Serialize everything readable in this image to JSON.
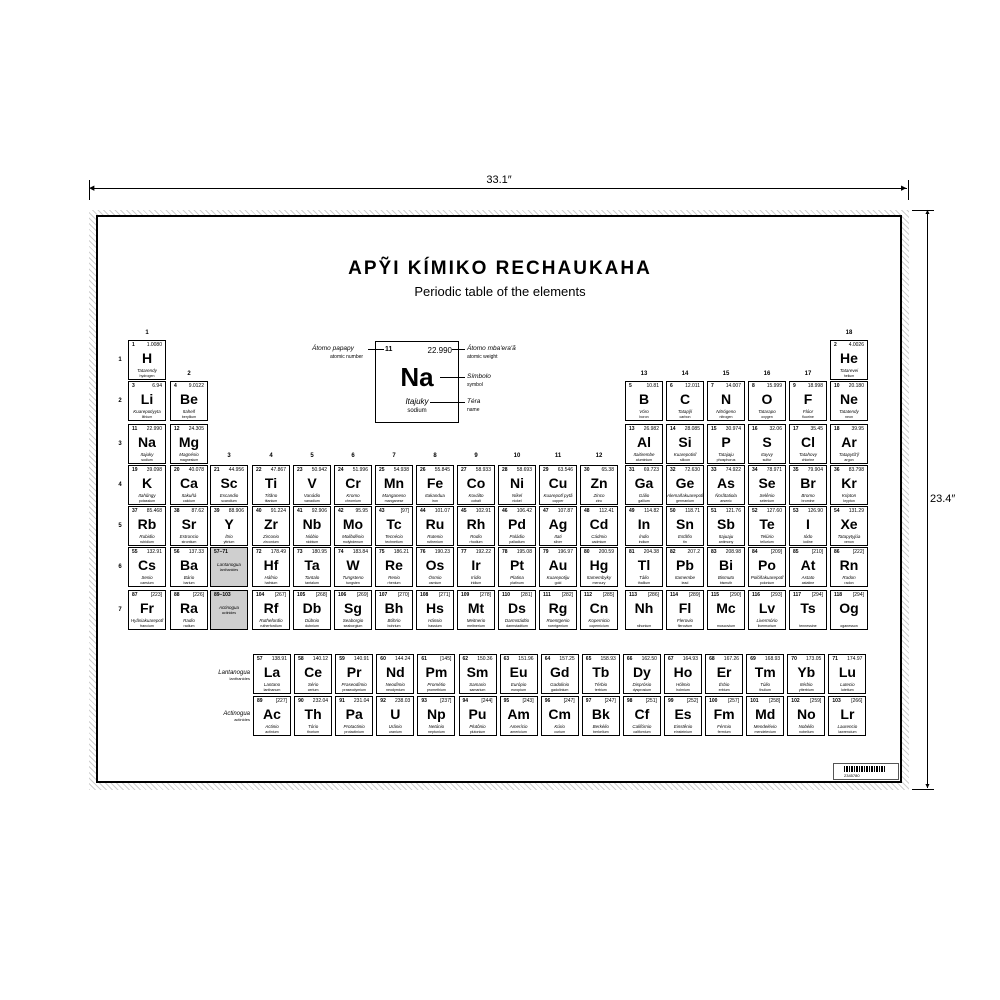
{
  "dimensions": {
    "width_label": "33.1″",
    "height_label": "23.4″"
  },
  "title": "APỸI KÍMIKO RECHAUKAHA",
  "subtitle": "Periodic table of the elements",
  "key": {
    "number": "11",
    "weight": "22.990",
    "symbol": "Na",
    "name": "Itajuky",
    "english": "sodium",
    "label_number": "Átomo papapy",
    "label_number_en": "atomic number",
    "label_weight": "Átomo mba'era'ã",
    "label_weight_en": "atomic weight",
    "label_symbol": "Símbolo",
    "label_symbol_en": "symbol",
    "label_name": "Téra",
    "label_name_en": "name"
  },
  "groups": [
    "1",
    "2",
    "3",
    "4",
    "5",
    "6",
    "7",
    "8",
    "9",
    "10",
    "11",
    "12",
    "13",
    "14",
    "15",
    "16",
    "17",
    "18"
  ],
  "periods": [
    "1",
    "2",
    "3",
    "4",
    "5",
    "6",
    "7"
  ],
  "placeholders": [
    {
      "num": "57–71",
      "name": "Lantanogua",
      "en": "lanthanides"
    },
    {
      "num": "89–103",
      "name": "Actinogua",
      "en": "actinides"
    }
  ],
  "series_labels": [
    {
      "name": "Lantanogua",
      "en": "lanthanides"
    },
    {
      "name": "Actinogua",
      "en": "actinides"
    }
  ],
  "barcode_text": "2345780",
  "elements": [
    {
      "n": "1",
      "s": "H",
      "w": "1.0080",
      "name": "Tatarendy",
      "en": "hydrogen"
    },
    {
      "n": "2",
      "s": "He",
      "w": "4.0026",
      "name": "Tatarevei",
      "en": "helium"
    },
    {
      "n": "3",
      "s": "Li",
      "w": "6.94",
      "name": "Kuarepotiyyta",
      "en": "lithium"
    },
    {
      "n": "4",
      "s": "Be",
      "w": "9.0122",
      "name": "Itaheñ",
      "en": "beryllium"
    },
    {
      "n": "5",
      "s": "B",
      "w": "10.81",
      "name": "Vóro",
      "en": "boron"
    },
    {
      "n": "6",
      "s": "C",
      "w": "12.011",
      "name": "Tatapỹi",
      "en": "carbon"
    },
    {
      "n": "7",
      "s": "N",
      "w": "14.007",
      "name": "Nitrógeno",
      "en": "nitrogen"
    },
    {
      "n": "8",
      "s": "O",
      "w": "15.999",
      "name": "Tatarapo",
      "en": "oxygen"
    },
    {
      "n": "9",
      "s": "F",
      "w": "18.998",
      "name": "Flúor",
      "en": "fluorine"
    },
    {
      "n": "10",
      "s": "Ne",
      "w": "20.180",
      "name": "Tatatendy",
      "en": "neon"
    },
    {
      "n": "11",
      "s": "Na",
      "w": "22.990",
      "name": "Itajuky",
      "en": "sodium"
    },
    {
      "n": "12",
      "s": "Mg",
      "w": "24.305",
      "name": "Magnésio",
      "en": "magnesium"
    },
    {
      "n": "13",
      "s": "Al",
      "w": "26.982",
      "name": "Itaitirembe",
      "en": "aluminium"
    },
    {
      "n": "14",
      "s": "Si",
      "w": "28.085",
      "name": "Kuarepotisĩ",
      "en": "silicon"
    },
    {
      "n": "15",
      "s": "P",
      "w": "30.974",
      "name": "Tatajaju",
      "en": "phosphorus"
    },
    {
      "n": "16",
      "s": "S",
      "w": "32.06",
      "name": "Itayvy",
      "en": "sulfur"
    },
    {
      "n": "17",
      "s": "Cl",
      "w": "35.45",
      "name": "Tatahovy",
      "en": "chlorine"
    },
    {
      "n": "18",
      "s": "Ar",
      "w": "39.95",
      "name": "Tatapytũ'ỹ",
      "en": "argon"
    },
    {
      "n": "19",
      "s": "K",
      "w": "39.098",
      "name": "Itahũngy",
      "en": "potassium"
    },
    {
      "n": "20",
      "s": "Ca",
      "w": "40.078",
      "name": "Itakuñá",
      "en": "calcium"
    },
    {
      "n": "21",
      "s": "Sc",
      "w": "44.956",
      "name": "Escandio",
      "en": "scandium"
    },
    {
      "n": "22",
      "s": "Ti",
      "w": "47.867",
      "name": "Titãno",
      "en": "titanium"
    },
    {
      "n": "23",
      "s": "V",
      "w": "50.942",
      "name": "Vanádio",
      "en": "vanadium"
    },
    {
      "n": "24",
      "s": "Cr",
      "w": "51.996",
      "name": "Kromo",
      "en": "chromium"
    },
    {
      "n": "25",
      "s": "Mn",
      "w": "54.938",
      "name": "Manganeso",
      "en": "manganese"
    },
    {
      "n": "26",
      "s": "Fe",
      "w": "55.845",
      "name": "Itakandua",
      "en": "iron"
    },
    {
      "n": "27",
      "s": "Co",
      "w": "58.933",
      "name": "Koválto",
      "en": "cobalt"
    },
    {
      "n": "28",
      "s": "Ni",
      "w": "58.693",
      "name": "Níkel",
      "en": "nickel"
    },
    {
      "n": "29",
      "s": "Cu",
      "w": "63.546",
      "name": "Kuarepotĩ pytã",
      "en": "copper"
    },
    {
      "n": "30",
      "s": "Zn",
      "w": "65.38",
      "name": "Zinco",
      "en": "zinc"
    },
    {
      "n": "31",
      "s": "Ga",
      "w": "69.723",
      "name": "Gálio",
      "en": "gallium"
    },
    {
      "n": "32",
      "s": "Ge",
      "w": "72.630",
      "name": "Alemañakuarepotĩ",
      "en": "germanium"
    },
    {
      "n": "33",
      "s": "As",
      "w": "74.922",
      "name": "Ñorãtatiola",
      "en": "arsenic"
    },
    {
      "n": "34",
      "s": "Se",
      "w": "78.971",
      "name": "Selênio",
      "en": "selenium"
    },
    {
      "n": "35",
      "s": "Br",
      "w": "79.904",
      "name": "Bromo",
      "en": "bromine"
    },
    {
      "n": "36",
      "s": "Kr",
      "w": "83.798",
      "name": "Kripton",
      "en": "krypton"
    },
    {
      "n": "37",
      "s": "Rb",
      "w": "85.468",
      "name": "Rubidio",
      "en": "rubidium"
    },
    {
      "n": "38",
      "s": "Sr",
      "w": "87.62",
      "name": "Estroncio",
      "en": "strontium"
    },
    {
      "n": "39",
      "s": "Y",
      "w": "88.906",
      "name": "Ítrio",
      "en": "yttrium"
    },
    {
      "n": "40",
      "s": "Zr",
      "w": "91.224",
      "name": "Zirconio",
      "en": "zirconium"
    },
    {
      "n": "41",
      "s": "Nb",
      "w": "92.906",
      "name": "Nióbio",
      "en": "niobium"
    },
    {
      "n": "42",
      "s": "Mo",
      "w": "95.95",
      "name": "Molibdênio",
      "en": "molybdenum"
    },
    {
      "n": "43",
      "s": "Tc",
      "w": "[97]",
      "name": "Tecnécio",
      "en": "technetium"
    },
    {
      "n": "44",
      "s": "Ru",
      "w": "101.07",
      "name": "Rutenio",
      "en": "ruthenium"
    },
    {
      "n": "45",
      "s": "Rh",
      "w": "102.91",
      "name": "Rodio",
      "en": "rhodium"
    },
    {
      "n": "46",
      "s": "Pd",
      "w": "106.42",
      "name": "Paládio",
      "en": "palladium"
    },
    {
      "n": "47",
      "s": "Ag",
      "w": "107.87",
      "name": "Itati",
      "en": "silver"
    },
    {
      "n": "48",
      "s": "Cd",
      "w": "112.41",
      "name": "Cádmio",
      "en": "cadmium"
    },
    {
      "n": "49",
      "s": "In",
      "w": "114.82",
      "name": "Índio",
      "en": "indium"
    },
    {
      "n": "50",
      "s": "Sn",
      "w": "118.71",
      "name": "Estãño",
      "en": "tin"
    },
    {
      "n": "51",
      "s": "Sb",
      "w": "121.76",
      "name": "Itajuaju",
      "en": "antimony"
    },
    {
      "n": "52",
      "s": "Te",
      "w": "127.60",
      "name": "Telúrio",
      "en": "tellurium"
    },
    {
      "n": "53",
      "s": "I",
      "w": "126.90",
      "name": "Iódo",
      "en": "iodine"
    },
    {
      "n": "54",
      "s": "Xe",
      "w": "131.29",
      "name": "Tatapytyjúa",
      "en": "xenon"
    },
    {
      "n": "55",
      "s": "Cs",
      "w": "132.91",
      "name": "Sesio",
      "en": "caesium"
    },
    {
      "n": "56",
      "s": "Ba",
      "w": "137.33",
      "name": "Bário",
      "en": "barium"
    },
    {
      "n": "72",
      "s": "Hf",
      "w": "178.49",
      "name": "Háfnio",
      "en": "hafnium"
    },
    {
      "n": "73",
      "s": "Ta",
      "w": "180.95",
      "name": "Tantalo",
      "en": "tantalum"
    },
    {
      "n": "74",
      "s": "W",
      "w": "183.84",
      "name": "Tungsteno",
      "en": "tungsten"
    },
    {
      "n": "75",
      "s": "Re",
      "w": "186.21",
      "name": "Renio",
      "en": "rhenium"
    },
    {
      "n": "76",
      "s": "Os",
      "w": "190.23",
      "name": "Ósmio",
      "en": "osmium"
    },
    {
      "n": "77",
      "s": "Ir",
      "w": "192.22",
      "name": "Irídio",
      "en": "iridium"
    },
    {
      "n": "78",
      "s": "Pt",
      "w": "195.08",
      "name": "Platina",
      "en": "platinum"
    },
    {
      "n": "79",
      "s": "Au",
      "w": "196.97",
      "name": "Kuarepotiju",
      "en": "gold"
    },
    {
      "n": "80",
      "s": "Hg",
      "w": "200.59",
      "name": "Itamembyky",
      "en": "mercury"
    },
    {
      "n": "81",
      "s": "Tl",
      "w": "204.38",
      "name": "Tálio",
      "en": "thallium"
    },
    {
      "n": "82",
      "s": "Pb",
      "w": "207.2",
      "name": "Itamembe",
      "en": "lead"
    },
    {
      "n": "83",
      "s": "Bi",
      "w": "208.98",
      "name": "Bismuto",
      "en": "bismuth"
    },
    {
      "n": "84",
      "s": "Po",
      "w": "[209]",
      "name": "Polóñakuarepotĩ",
      "en": "polonium"
    },
    {
      "n": "85",
      "s": "At",
      "w": "[210]",
      "name": "Astato",
      "en": "astatine"
    },
    {
      "n": "86",
      "s": "Rn",
      "w": "[222]",
      "name": "Radon",
      "en": "radon"
    },
    {
      "n": "87",
      "s": "Fr",
      "w": "[223]",
      "name": "Hyãsiakuarepotĩ",
      "en": "francium"
    },
    {
      "n": "88",
      "s": "Ra",
      "w": "[226]",
      "name": "Radio",
      "en": "radium"
    },
    {
      "n": "104",
      "s": "Rf",
      "w": "[267]",
      "name": "Ruthefordio",
      "en": "rutherfordium"
    },
    {
      "n": "105",
      "s": "Db",
      "w": "[268]",
      "name": "Dúbnio",
      "en": "dubnium"
    },
    {
      "n": "106",
      "s": "Sg",
      "w": "[269]",
      "name": "Seaborgio",
      "en": "seaborgium"
    },
    {
      "n": "107",
      "s": "Bh",
      "w": "[270]",
      "name": "Bóhrio",
      "en": "bohrium"
    },
    {
      "n": "108",
      "s": "Hs",
      "w": "[271]",
      "name": "Hássio",
      "en": "hassium"
    },
    {
      "n": "109",
      "s": "Mt",
      "w": "[278]",
      "name": "Meitnerio",
      "en": "meitnerium"
    },
    {
      "n": "110",
      "s": "Ds",
      "w": "[281]",
      "name": "Darmstádtio",
      "en": "darmstadtium"
    },
    {
      "n": "111",
      "s": "Rg",
      "w": "[282]",
      "name": "Roentgenio",
      "en": "roentgenium"
    },
    {
      "n": "112",
      "s": "Cn",
      "w": "[285]",
      "name": "Kopernicio",
      "en": "copernicium"
    },
    {
      "n": "113",
      "s": "Nh",
      "w": "[286]",
      "name": "",
      "en": "nihonium"
    },
    {
      "n": "114",
      "s": "Fl",
      "w": "[289]",
      "name": "Flerovio",
      "en": "flerovium"
    },
    {
      "n": "115",
      "s": "Mc",
      "w": "[290]",
      "name": "",
      "en": "moscovium"
    },
    {
      "n": "116",
      "s": "Lv",
      "w": "[293]",
      "name": "Livermório",
      "en": "livermorium"
    },
    {
      "n": "117",
      "s": "Ts",
      "w": "[294]",
      "name": "",
      "en": "tennessine"
    },
    {
      "n": "118",
      "s": "Og",
      "w": "[294]",
      "name": "",
      "en": "oganesson"
    },
    {
      "n": "57",
      "s": "La",
      "w": "138.91",
      "name": "Lantano",
      "en": "lanthanum"
    },
    {
      "n": "58",
      "s": "Ce",
      "w": "140.12",
      "name": "Sério",
      "en": "cerium"
    },
    {
      "n": "59",
      "s": "Pr",
      "w": "140.91",
      "name": "Praseodímio",
      "en": "praseodymium"
    },
    {
      "n": "60",
      "s": "Nd",
      "w": "144.24",
      "name": "Neodímio",
      "en": "neodymium"
    },
    {
      "n": "61",
      "s": "Pm",
      "w": "[145]",
      "name": "Prométio",
      "en": "promethium"
    },
    {
      "n": "62",
      "s": "Sm",
      "w": "150.36",
      "name": "Samario",
      "en": "samarium"
    },
    {
      "n": "63",
      "s": "Eu",
      "w": "151.96",
      "name": "Európio",
      "en": "europium"
    },
    {
      "n": "64",
      "s": "Gd",
      "w": "157.25",
      "name": "Gadolinio",
      "en": "gadolinium"
    },
    {
      "n": "65",
      "s": "Tb",
      "w": "158.93",
      "name": "Térbio",
      "en": "terbium"
    },
    {
      "n": "66",
      "s": "Dy",
      "w": "162.50",
      "name": "Disprósio",
      "en": "dysprosium"
    },
    {
      "n": "67",
      "s": "Ho",
      "w": "164.93",
      "name": "Hólmio",
      "en": "holmium"
    },
    {
      "n": "68",
      "s": "Er",
      "w": "167.26",
      "name": "Érbio",
      "en": "erbium"
    },
    {
      "n": "69",
      "s": "Tm",
      "w": "168.93",
      "name": "Túlio",
      "en": "thulium"
    },
    {
      "n": "70",
      "s": "Yb",
      "w": "173.05",
      "name": "Itérbio",
      "en": "ytterbium"
    },
    {
      "n": "71",
      "s": "Lu",
      "w": "174.97",
      "name": "Lutecio",
      "en": "lutetium"
    },
    {
      "n": "89",
      "s": "Ac",
      "w": "[227]",
      "name": "Actinio",
      "en": "actinium"
    },
    {
      "n": "90",
      "s": "Th",
      "w": "232.04",
      "name": "Tório",
      "en": "thorium"
    },
    {
      "n": "91",
      "s": "Pa",
      "w": "231.04",
      "name": "Protactinio",
      "en": "protactinium"
    },
    {
      "n": "92",
      "s": "U",
      "w": "238.03",
      "name": "Urânio",
      "en": "uranium"
    },
    {
      "n": "93",
      "s": "Np",
      "w": "[237]",
      "name": "Netúnio",
      "en": "neptunium"
    },
    {
      "n": "94",
      "s": "Pu",
      "w": "[244]",
      "name": "Plutônio",
      "en": "plutonium"
    },
    {
      "n": "95",
      "s": "Am",
      "w": "[243]",
      "name": "Amerício",
      "en": "americium"
    },
    {
      "n": "96",
      "s": "Cm",
      "w": "[247]",
      "name": "Kúrio",
      "en": "curium"
    },
    {
      "n": "97",
      "s": "Bk",
      "w": "[247]",
      "name": "Berkélio",
      "en": "berkelium"
    },
    {
      "n": "98",
      "s": "Cf",
      "w": "[251]",
      "name": "Califórnio",
      "en": "californium"
    },
    {
      "n": "99",
      "s": "Es",
      "w": "[252]",
      "name": "Einstênio",
      "en": "einsteinium"
    },
    {
      "n": "100",
      "s": "Fm",
      "w": "[257]",
      "name": "Férmio",
      "en": "fermium"
    },
    {
      "n": "101",
      "s": "Md",
      "w": "[258]",
      "name": "Mendelévio",
      "en": "mendelevium"
    },
    {
      "n": "102",
      "s": "No",
      "w": "[259]",
      "name": "Nobélio",
      "en": "nobelium"
    },
    {
      "n": "103",
      "s": "Lr",
      "w": "[266]",
      "name": "Laurencio",
      "en": "lawrencium"
    }
  ]
}
